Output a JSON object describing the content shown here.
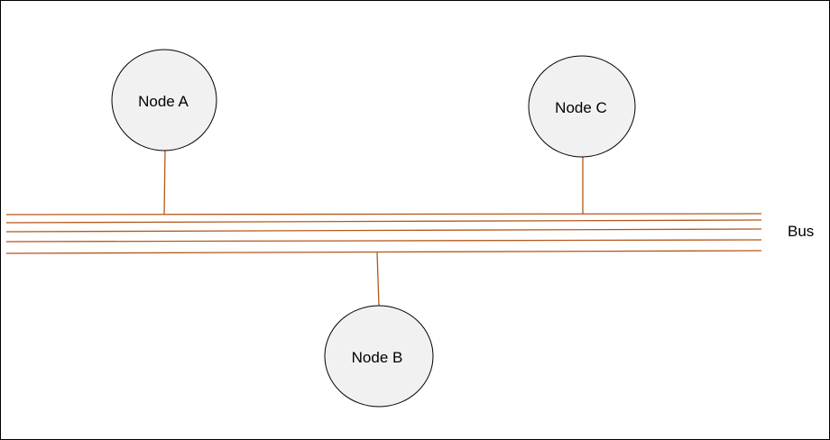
{
  "nodes": [
    {
      "id": "a",
      "label": "Node A"
    },
    {
      "id": "b",
      "label": "Node B"
    },
    {
      "id": "c",
      "label": "Node C"
    }
  ],
  "bus": {
    "label": "Bus",
    "line_count": 5
  },
  "colors": {
    "node_fill": "#f1f1f1",
    "node_stroke": "#000000",
    "wire": "#b4581a",
    "frame": "#000000"
  }
}
